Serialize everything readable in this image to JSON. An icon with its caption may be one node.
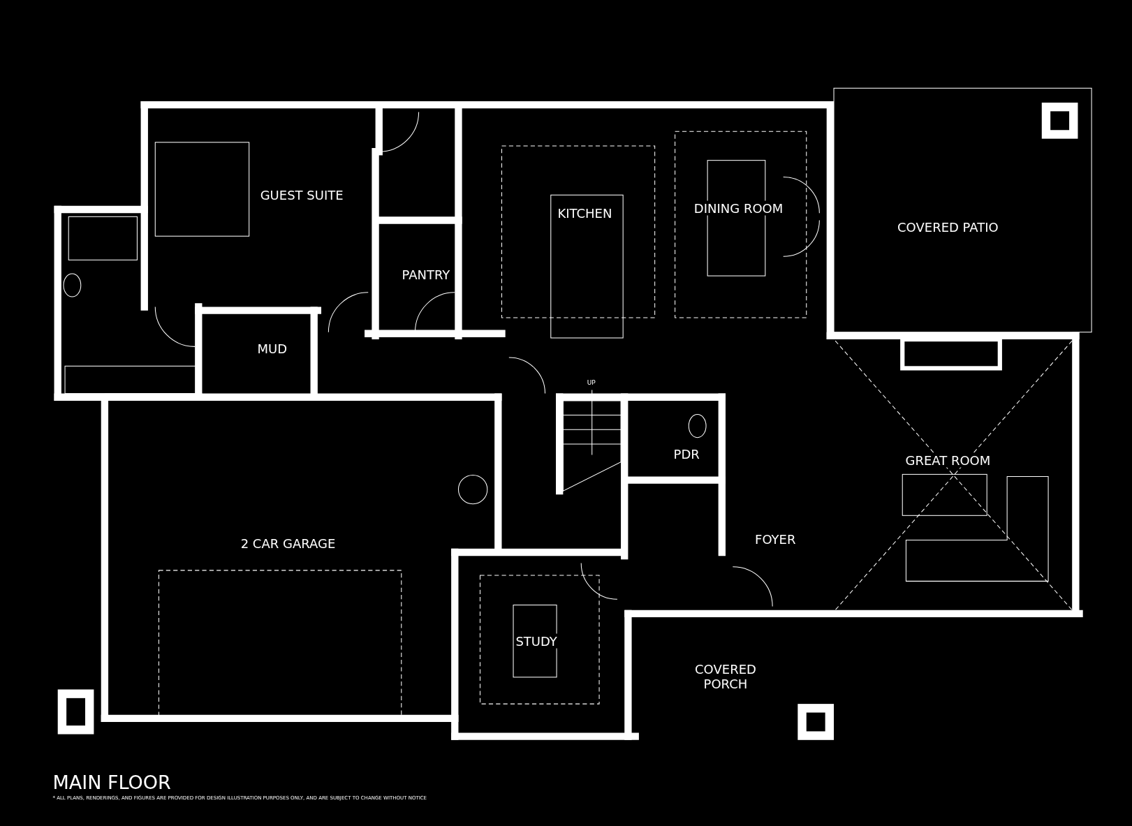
{
  "diagram": {
    "title": "MAIN FLOOR",
    "caption": "* ALL PLANS, RENDERINGS, AND FIGURES ARE PROVIDED FOR DESIGN ILLUSTRATION PURPOSES ONLY, AND ARE SUBJECT TO CHANGE WITHOUT NOTICE",
    "labels": [
      "GUEST SUITE",
      "KITCHEN",
      "DINING ROOM",
      "COVERED PATIO",
      "PANTRY",
      "MUD",
      "UP",
      "PDR",
      "GREAT ROOM",
      "FOYER",
      "2 CAR GARAGE",
      "STUDY",
      "COVERED PORCH"
    ]
  }
}
